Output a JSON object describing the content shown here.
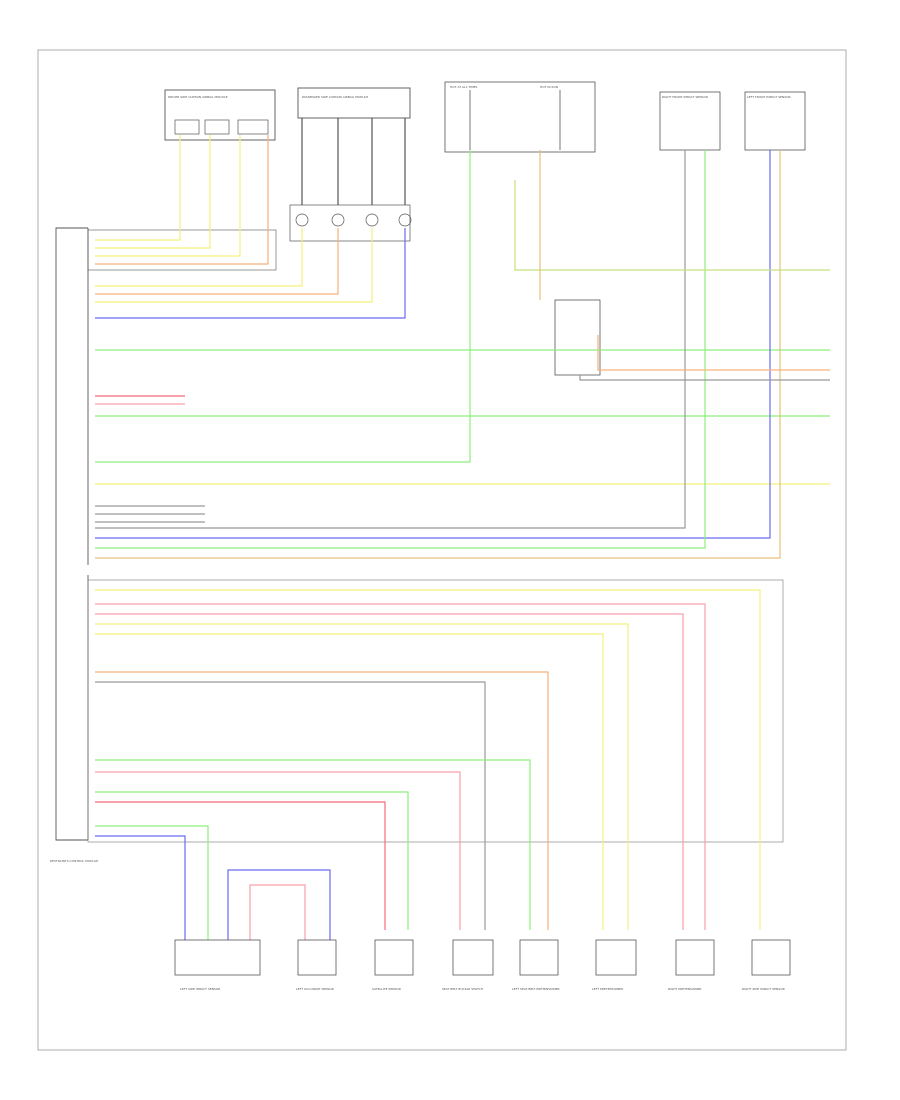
{
  "diagram": {
    "top_modules": [
      {
        "id": "driver-side-curtain-airbag",
        "text": "DRIVER SIDE CURTAIN AIRBAG MODULE"
      },
      {
        "id": "passenger-side-curtain-airbag",
        "text": "PASSENGER SIDE CURTAIN AIRBAG MODULE"
      },
      {
        "id": "fuse-1",
        "text": "HOT AT ALL TIMES"
      },
      {
        "id": "fuse-2",
        "text": "HOT IN RUN"
      },
      {
        "id": "right-front-impact-sensor",
        "text": "RIGHT FRONT IMPACT SENSOR"
      },
      {
        "id": "left-front-impact-sensor",
        "text": "LEFT FRONT IMPACT SENSOR"
      }
    ],
    "main_module_label": "RESTRAINTS CONTROL MODULE",
    "bottom_components": [
      {
        "id": "left-side-impact-sensor",
        "text": "LEFT SIDE IMPACT SENSOR"
      },
      {
        "id": "left-occupant-sensor",
        "text": "LEFT OCCUPANT SENSOR"
      },
      {
        "id": "satellite-sensor",
        "text": "SATELLITE SENSOR"
      },
      {
        "id": "seat-belt-buckle-switch",
        "text": "SEAT BELT BUCKLE SWITCH"
      },
      {
        "id": "left-seat-belt-pretensioner",
        "text": "LEFT SEAT BELT PRETENSIONER"
      },
      {
        "id": "left-pretensioner",
        "text": "LEFT PRETENSIONER"
      },
      {
        "id": "right-pretensioner",
        "text": "RIGHT PRETENSIONER"
      },
      {
        "id": "right-side-impact-sensor",
        "text": "RIGHT SIDE IMPACT SENSOR"
      }
    ],
    "wire_colors": {
      "yellow": "#f2f07a",
      "orange": "#f5b27a",
      "pink": "#f7a1ab",
      "red": "#f56b7a",
      "green": "#8cf07a",
      "blue": "#6b6bf5",
      "tan": "#e5c07a",
      "gray": "#999999",
      "olive": "#c8e07a",
      "frame": "#555555"
    }
  }
}
